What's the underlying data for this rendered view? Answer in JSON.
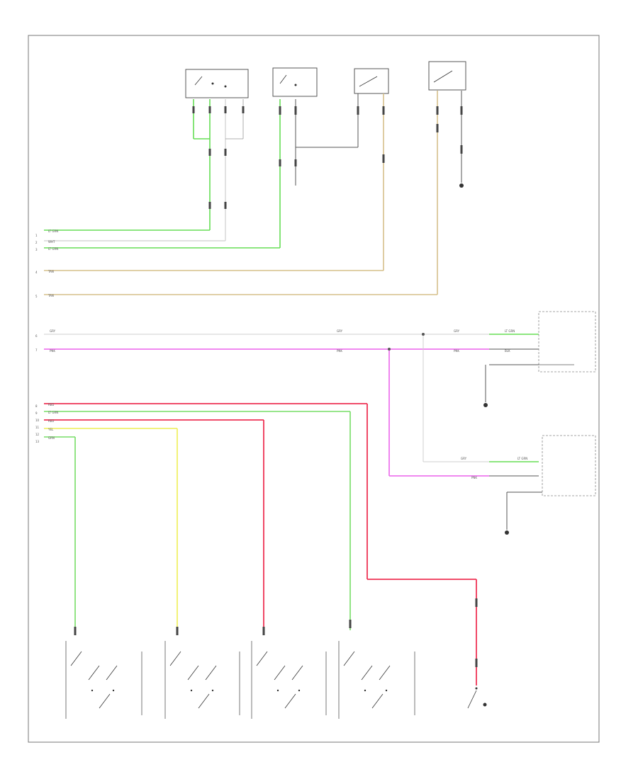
{
  "page_label": "",
  "colors": {
    "frame": "#666666",
    "lt_grn": "#66dd55",
    "wht": "#d8d8d8",
    "tan": "#d6c08a",
    "pnk": "#ee77ee",
    "red": "#ee3355",
    "yel": "#eeee55",
    "grn": "#77dd66",
    "blk": "#555555"
  },
  "wire_labels": {
    "lt_grn": "LT GRN",
    "wht": "WHT",
    "tan": "TAN",
    "blk": "BLK",
    "pnk": "PNK",
    "red": "RED",
    "yel": "YEL",
    "grn": "GRN",
    "gry": "GRY"
  },
  "left_pins": [
    "1",
    "2",
    "3",
    "4",
    "5",
    "6",
    "7",
    "8",
    "9",
    "10",
    "11",
    "12",
    "13"
  ],
  "components": {
    "top1": "",
    "top2": "",
    "top3": "",
    "top4": "",
    "ground_top": "",
    "ground_mid1": "",
    "ground_mid2": "",
    "relay_box1": "",
    "relay_box1_sub": "",
    "relay_box2": "",
    "relay_box2_sub": "",
    "seat_switch_1": "",
    "seat_switch_2": "",
    "seat_switch_3": "",
    "seat_switch_4": "",
    "bottom_right": "",
    "note_top": ""
  }
}
